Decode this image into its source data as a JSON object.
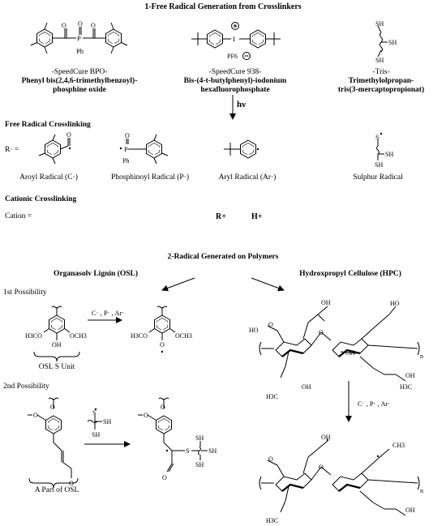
{
  "section1": {
    "title": "1-Free Radical Generation from Crosslinkers",
    "ph_label": "Ph",
    "pf6_label": "PF6",
    "sh_label": "SH",
    "crosslinkers": [
      {
        "trade": "-SpeedCure BPO-",
        "name_line1": "Phenyl bis(2,4,6-trimethylbenzoyl)-",
        "name_line2": "phosphine oxide"
      },
      {
        "trade": "-SpeedCure 938-",
        "name_line1": "Bis-(4-t-butylphenyl)-iodonium",
        "name_line2": "hexafluorophosphate"
      },
      {
        "trade": "-Tris-",
        "name_line1": "Trimethylolpropan-",
        "name_line2": "tris(3-mercaptopropionat)"
      }
    ],
    "hv": "hν",
    "free_radical_title": "Free Radical Crosslinking",
    "r_dot": "R·  =",
    "radicals": [
      "Aroyl Radical (C·)",
      "Phosphinoyl Radical (P·)",
      "Aryl Radical (Ar·)",
      "Sulphur Radical"
    ],
    "cationic_title": "Cationic Crosslinking",
    "cation_label": "Cation =",
    "cations": [
      "R+",
      "H+"
    ]
  },
  "section2": {
    "title": "2-Radical Generated on Polymers",
    "osl_title": "Organasolv Lignin (OSL)",
    "hpc_title": "Hydroxpropyl Cellulose (HPC)",
    "possibility1": "1st Possibility",
    "possibility2": "2nd Possibility",
    "arrow_reagents": "C· , P· , Ar·",
    "arrow_reagents_hpc": "C· , P· , Ar·",
    "s_unit_label": "OSL S Unit",
    "part_label": "A Part of OSL",
    "h3co": "H3CO",
    "och3": "OCH3",
    "oh": "OH",
    "ho": "HO",
    "h3c": "H3C",
    "ch3": "CH3",
    "n_label": "n",
    "o_label": "O"
  }
}
